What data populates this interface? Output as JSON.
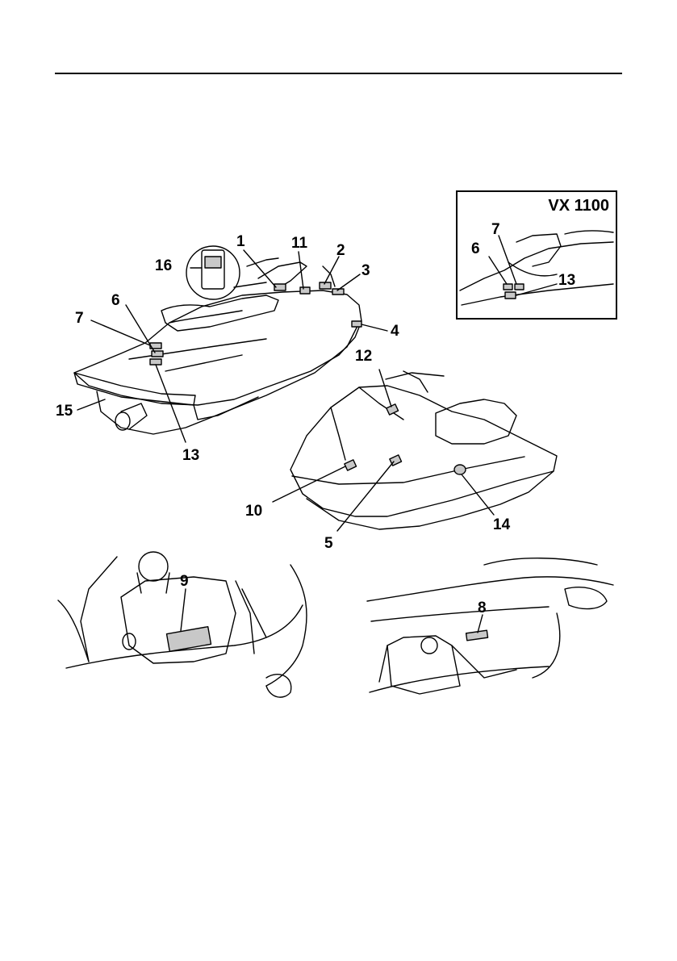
{
  "inset": {
    "title": "VX 1100"
  },
  "callouts": {
    "c1": "1",
    "c2": "2",
    "c3": "3",
    "c4": "4",
    "c5": "5",
    "c6": "6",
    "c7": "7",
    "c8": "8",
    "c9": "9",
    "c10": "10",
    "c11": "11",
    "c12": "12",
    "c13": "13",
    "c14": "14",
    "c15": "15",
    "c16": "16",
    "i6": "6",
    "i7": "7",
    "i13": "13"
  },
  "colors": {
    "label_fill": "#c8c8c8",
    "ink": "#000000"
  }
}
